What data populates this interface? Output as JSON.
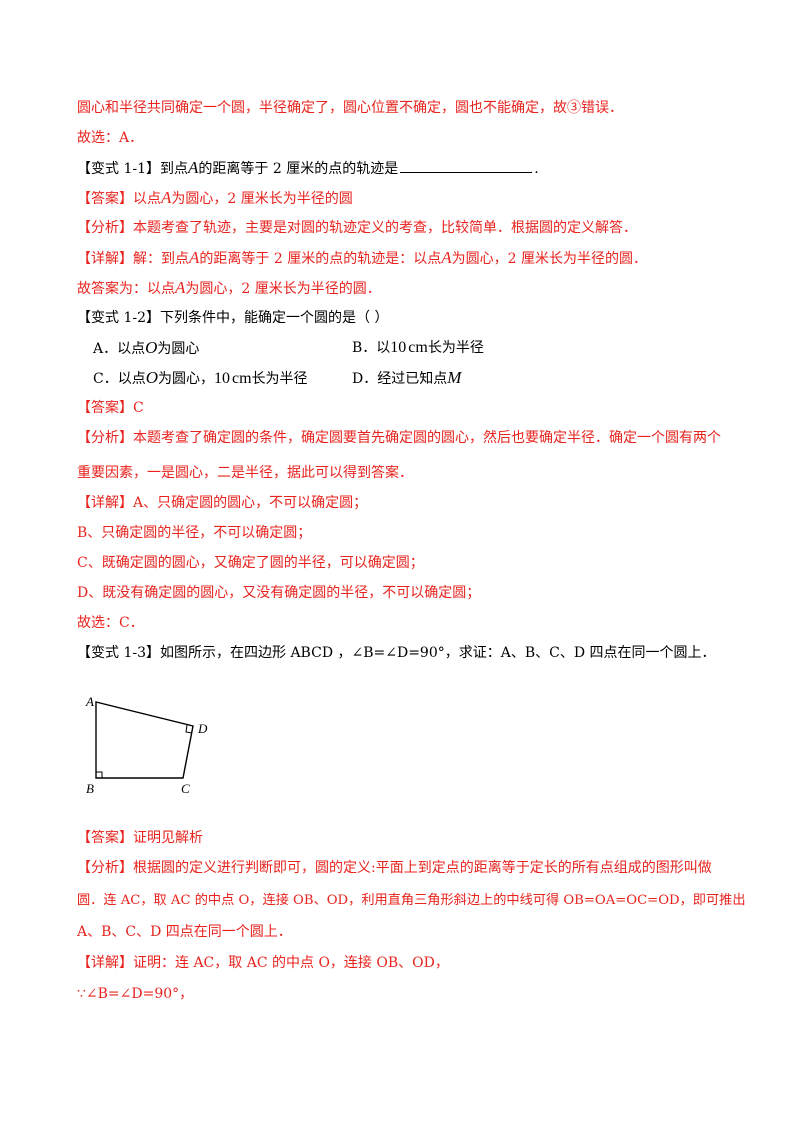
{
  "lines": {
    "l1": "圆心和半径共同确定一个圆，半径确定了，圆心位置不确定，圆也不能确定，故③错误．",
    "l2": "故选：A．",
    "v11": {
      "tag": "【变式 1-1】",
      "a": "到点",
      "var": "A",
      "b": "的距离等于 2 厘米的点的轨迹是",
      "end": "."
    },
    "v11_ans": {
      "tag": "【答案】",
      "a": "以点",
      "var": "A",
      "b": "为圆心，2 厘米长为半径的圆"
    },
    "v11_ana": {
      "tag": "【分析】",
      "text": "本题考查了轨迹，主要是对圆的轨迹定义的考查，比较简单．根据圆的定义解答．"
    },
    "v11_det": {
      "tag": "【详解】",
      "a": "解：到点",
      "var1": "A",
      "b": "的距离等于 2 厘米的点的轨迹是：以点",
      "var2": "A",
      "c": "为圆心，2 厘米长为半径的圆．"
    },
    "v11_fin": {
      "a": "故答案为：以点",
      "var": "A",
      "b": "为圆心，2 厘米长为半径的圆．"
    },
    "v12": {
      "tag": "【变式 1-2】",
      "text": "下列条件中，能确定一个圆的是（    ）"
    },
    "v12_opts": {
      "A": {
        "a": "A．以点",
        "var": "O",
        "b": "为圆心"
      },
      "B": {
        "a": "B．以",
        "num": "10",
        "unit": "cm",
        "b": "长为半径"
      },
      "C": {
        "a": "C．以点",
        "var": "O",
        "b": "为圆心，",
        "num": "10",
        "unit": "cm",
        "c": "长为半径"
      },
      "D": {
        "a": "D．经过已知点",
        "var": "M"
      }
    },
    "v12_ans": {
      "tag": "【答案】",
      "text": "C"
    },
    "v12_ana1": {
      "tag": "【分析】",
      "text": "本题考查了确定圆的条件，确定圆要首先确定圆的圆心，然后也要确定半径．确定一个圆有两个"
    },
    "v12_ana2": "重要因素，一是圆心，二是半径，据此可以得到答案．",
    "v12_det1": {
      "tag": "【详解】",
      "text": "A、只确定圆的圆心，不可以确定圆；"
    },
    "v12_det2": "B、只确定圆的半径，不可以确定圆；",
    "v12_det3": "C、既确定圆的圆心，又确定了圆的半径，可以确定圆；",
    "v12_det4": "D、既没有确定圆的圆心，又没有确定圆的半径，不可以确定圆；",
    "v12_fin": "故选：C．",
    "v13": {
      "tag": "【变式 1-3】",
      "text": "如图所示，在四边形 ABCD ，∠B=∠D=90°，求证：A、B、C、D 四点在同一个圆上．"
    },
    "v13_ans": {
      "tag": "【答案】",
      "text": "证明见解析"
    },
    "v13_ana1": {
      "tag": "【分析】",
      "text": "根据圆的定义进行判断即可，圆的定义:平面上到定点的距离等于定长的所有点组成的图形叫做"
    },
    "v13_ana2": "圆．连 AC，取 AC 的中点 O，连接 OB、OD，利用直角三角形斜边上的中线可得 OB=OA=OC=OD，即可推出",
    "v13_ana3": "A、B、C、D 四点在同一个圆上．",
    "v13_det1": {
      "tag": "【详解】",
      "text": "证明：连 AC，取 AC 的中点 O，连接 OB、OD，"
    },
    "v13_det2": "∵∠B=∠D=90°，"
  },
  "figure": {
    "A": "A",
    "B": "B",
    "C": "C",
    "D": "D"
  },
  "colors": {
    "accent": "#e8231e",
    "text": "#000000"
  }
}
